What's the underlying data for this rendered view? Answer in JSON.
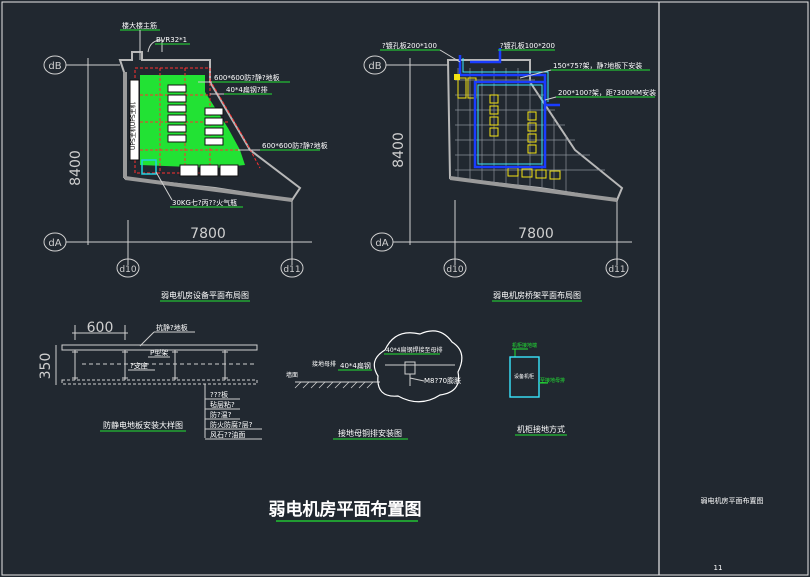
{
  "sheet": {
    "main_title": "弱电机房平面布置图",
    "side_title": "弱电机房平面布置图",
    "page_number": "11"
  },
  "plan_left": {
    "caption": "弱电机房设备平面布局图",
    "dim_vertical": "8400",
    "dim_horizontal": "7800",
    "grid_top": "dB",
    "grid_bottom": "dA",
    "grid_left": "d10",
    "grid_right": "d11",
    "labels": {
      "bvr": "BVR32*1",
      "main_wire": "楼大楼主筋",
      "floor_600_a": "600*600防?静?地板",
      "flat_steel": "40*4扁钢?排",
      "floor_600_b": "600*600防?静?地板",
      "extinguisher": "30KG七?丙??火气瓶",
      "ups": "UPS主机UPS主机"
    }
  },
  "plan_right": {
    "caption": "弱电机房桥架平面布局图",
    "dim_vertical": "8400",
    "dim_horizontal": "7800",
    "grid_top": "dB",
    "grid_bottom": "dA",
    "grid_left": "d10",
    "grid_right": "d11",
    "labels": {
      "tray_a": "?镀孔板200*100",
      "tray_b": "?镀孔板100*200",
      "tray_c": "150*75?架，静?地板下安装",
      "tray_d": "200*100?架，距?300MM安装"
    }
  },
  "detail_cable": {
    "caption": "防静电地板安装大样图",
    "dim_width": "600",
    "dim_height": "350",
    "labels": [
      "抗静?地板",
      "P型架",
      "?支座",
      "???板",
      "毡层粘?",
      "防?温?",
      "防火防腐?层?",
      "风石??油面"
    ]
  },
  "detail_ground": {
    "caption": "接地母铜排安装图",
    "labels": {
      "wall": "墙面",
      "bus": "接地母排",
      "flat": "40*4扁钢",
      "bolt": "40*4扁钢焊接至母排",
      "bolt2": "M8?70膨胀"
    }
  },
  "detail_cabinet": {
    "caption": "机柜接地方式",
    "labels": {
      "top": "机柜接地端",
      "box": "设备机柜",
      "side": "至接地母排"
    }
  }
}
